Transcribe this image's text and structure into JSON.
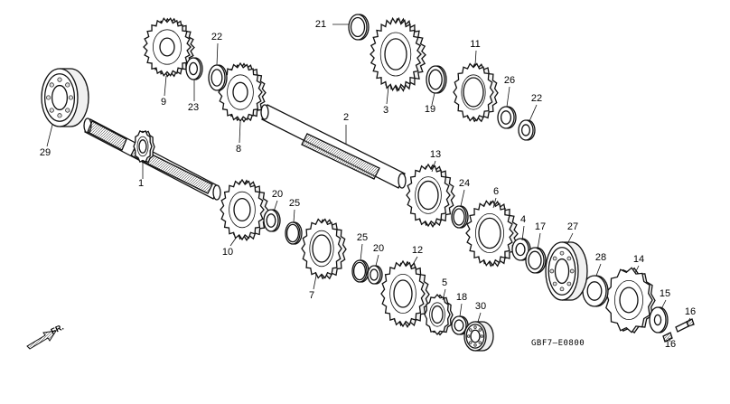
{
  "diagram": {
    "drawing_code": "GBF7—E0800",
    "front_label": "FR.",
    "parts": [
      {
        "id": "p1",
        "label": "1"
      },
      {
        "id": "p2",
        "label": "2"
      },
      {
        "id": "p3",
        "label": "3"
      },
      {
        "id": "p4",
        "label": "4"
      },
      {
        "id": "p5",
        "label": "5"
      },
      {
        "id": "p6",
        "label": "6"
      },
      {
        "id": "p7",
        "label": "7"
      },
      {
        "id": "p8",
        "label": "8"
      },
      {
        "id": "p9",
        "label": "9"
      },
      {
        "id": "p10",
        "label": "10"
      },
      {
        "id": "p11",
        "label": "11"
      },
      {
        "id": "p12",
        "label": "12"
      },
      {
        "id": "p13",
        "label": "13"
      },
      {
        "id": "p14",
        "label": "14"
      },
      {
        "id": "p15",
        "label": "15"
      },
      {
        "id": "p16a",
        "label": "16"
      },
      {
        "id": "p16b",
        "label": "16"
      },
      {
        "id": "p17",
        "label": "17"
      },
      {
        "id": "p18",
        "label": "18"
      },
      {
        "id": "p19",
        "label": "19"
      },
      {
        "id": "p20a",
        "label": "20"
      },
      {
        "id": "p20b",
        "label": "20"
      },
      {
        "id": "p21",
        "label": "21"
      },
      {
        "id": "p22a",
        "label": "22"
      },
      {
        "id": "p22b",
        "label": "22"
      },
      {
        "id": "p23",
        "label": "23"
      },
      {
        "id": "p24",
        "label": "24"
      },
      {
        "id": "p25a",
        "label": "25"
      },
      {
        "id": "p25b",
        "label": "25"
      },
      {
        "id": "p26",
        "label": "26"
      },
      {
        "id": "p27",
        "label": "27"
      },
      {
        "id": "p28",
        "label": "28"
      },
      {
        "id": "p29",
        "label": "29"
      },
      {
        "id": "p30",
        "label": "30"
      }
    ]
  }
}
